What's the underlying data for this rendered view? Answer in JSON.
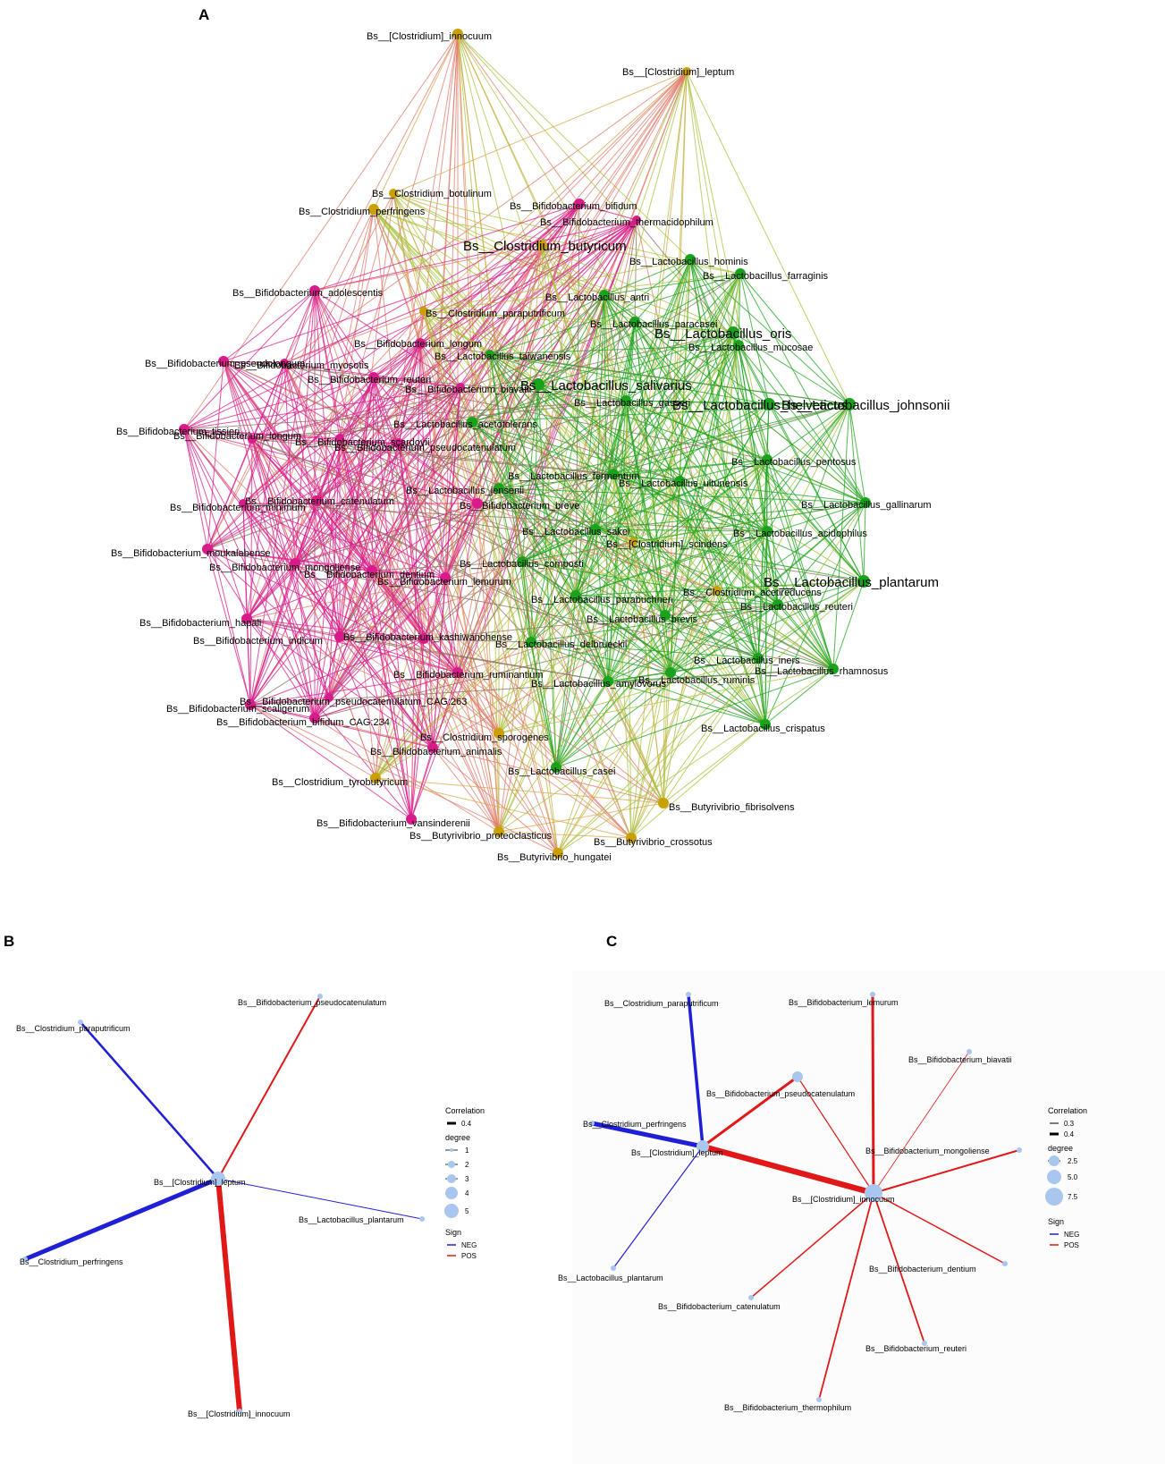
{
  "panels": {
    "A": {
      "letter": "A",
      "colors": {
        "bifido": "#d81b8a",
        "lacto": "#1aa31a",
        "clostridium": "#c9a000",
        "butyrivibrio": "#c9a000",
        "mixed": "#8a6f5a"
      },
      "nodes": [
        {
          "id": "innocuum",
          "label": "Bs__[Clostridium]_innocuum",
          "group": "clostridium"
        },
        {
          "id": "leptum",
          "label": "Bs__[Clostridium]_leptum",
          "group": "clostridium"
        },
        {
          "id": "botulinum",
          "label": "Bs__Clostridium_botulinum",
          "group": "clostridium"
        },
        {
          "id": "perfringens",
          "label": "Bs__Clostridium_perfringens",
          "group": "clostridium"
        },
        {
          "id": "b_bifidum",
          "label": "Bs__Bifidobacterium_bifidum",
          "group": "bifido"
        },
        {
          "id": "b_thermacid",
          "label": "Bs__Bifidobacterium_thermacidophilum",
          "group": "bifido"
        },
        {
          "id": "butyricum",
          "label": "Bs__Clostridium_butyricum",
          "group": "clostridium",
          "big": true
        },
        {
          "id": "l_hominis",
          "label": "Bs__Lactobacillus_hominis",
          "group": "lacto"
        },
        {
          "id": "l_farraginis",
          "label": "Bs__Lactobacillus_farraginis",
          "group": "lacto"
        },
        {
          "id": "b_adolescentis",
          "label": "Bs__Bifidobacterium_adolescentis",
          "group": "bifido"
        },
        {
          "id": "l_antri",
          "label": "Bs__Lactobacillus_antri",
          "group": "lacto"
        },
        {
          "id": "paraputrificum",
          "label": "Bs__Clostridium_paraputrificum",
          "group": "clostridium"
        },
        {
          "id": "l_paracasei",
          "label": "Bs__Lactobacillus_paracasei",
          "group": "lacto"
        },
        {
          "id": "l_oris",
          "label": "Bs__Lactobacillus_oris",
          "group": "lacto",
          "big": true
        },
        {
          "id": "b_longum",
          "label": "Bs__Bifidobacterium_longum",
          "group": "bifido"
        },
        {
          "id": "l_taiwanensis",
          "label": "Bs__Lactobacillus_taiwanensis",
          "group": "lacto"
        },
        {
          "id": "l_mucosae",
          "label": "Bs__Lactobacillus_mucosae",
          "group": "lacto"
        },
        {
          "id": "b_pseudolongum",
          "label": "Bs__Bifidobacterium_pseudolongum",
          "group": "bifido"
        },
        {
          "id": "b_myosotis",
          "label": "Bs__Bifidobacterium_myosotis",
          "group": "bifido"
        },
        {
          "id": "b_reuteri",
          "label": "Bs__Bifidobacterium_reuteri",
          "group": "bifido"
        },
        {
          "id": "b_biavatii",
          "label": "Bs__Bifidobacterium_biavatii",
          "group": "bifido"
        },
        {
          "id": "l_salivarius",
          "label": "Bs__Lactobacillus_salivarius",
          "group": "lacto",
          "big": true
        },
        {
          "id": "l_gasseri",
          "label": "Bs__Lactobacillus_gasseri",
          "group": "lacto"
        },
        {
          "id": "l_helveticus",
          "label": "Bs__Lactobacillus_helveticus",
          "group": "lacto",
          "big": true
        },
        {
          "id": "l_johnsonii",
          "label": "Bs__Lactobacillus_johnsonii",
          "group": "lacto",
          "big": true
        },
        {
          "id": "b_tissieri",
          "label": "Bs__Bifidobacterium_tissieri",
          "group": "bifido"
        },
        {
          "id": "l_acetotolerans",
          "label": "Bs__Lactobacillus_acetotolerans",
          "group": "lacto"
        },
        {
          "id": "b_longum2",
          "label": "Bs__Bifidobacterium_longum",
          "group": "bifido"
        },
        {
          "id": "b_scardovii",
          "label": "Bs__Bifidobacterium_scardovii",
          "group": "bifido"
        },
        {
          "id": "b_pseudocat",
          "label": "Bs__Bifidobacterium_pseudocatenulatum",
          "group": "bifido"
        },
        {
          "id": "l_pentosus",
          "label": "Bs__Lactobacillus_pentosus",
          "group": "lacto"
        },
        {
          "id": "l_fermentum",
          "label": "Bs__Lactobacillus_fermentum",
          "group": "lacto"
        },
        {
          "id": "l_ultunensis",
          "label": "Bs__Lactobacillus_ultunensis",
          "group": "lacto"
        },
        {
          "id": "l_jensenii",
          "label": "Bs__Lactobacillus_jensenii",
          "group": "lacto"
        },
        {
          "id": "b_catenulatum",
          "label": "Bs__Bifidobacterium_catenulatum",
          "group": "bifido"
        },
        {
          "id": "b_minimum",
          "label": "Bs__Bifidobacterium_minimum",
          "group": "bifido"
        },
        {
          "id": "b_breve",
          "label": "Bs__Bifidobacterium_breve",
          "group": "bifido"
        },
        {
          "id": "l_gallinarum",
          "label": "Bs__Lactobacillus_gallinarum",
          "group": "lacto"
        },
        {
          "id": "l_sakei",
          "label": "Bs__Lactobacillus_sakei",
          "group": "lacto"
        },
        {
          "id": "l_acidophilus",
          "label": "Bs__Lactobacillus_acidophilus",
          "group": "lacto"
        },
        {
          "id": "scindens",
          "label": "Bs__[Clostridium]_scindens",
          "group": "clostridium"
        },
        {
          "id": "b_moukalabense",
          "label": "Bs__Bifidobacterium_moukalabense",
          "group": "bifido"
        },
        {
          "id": "b_mongoliense",
          "label": "Bs__Bifidobacterium_mongoliense",
          "group": "bifido"
        },
        {
          "id": "b_dentium",
          "label": "Bs__Bifidobacterium_dentium",
          "group": "bifido"
        },
        {
          "id": "l_composti",
          "label": "Bs__Lactobacillus_composti",
          "group": "lacto"
        },
        {
          "id": "b_lemurum",
          "label": "Bs__Bifidobacterium_lemurum",
          "group": "bifido"
        },
        {
          "id": "l_plantarum",
          "label": "Bs__Lactobacillus_plantarum",
          "group": "lacto",
          "big": true
        },
        {
          "id": "l_parabuchneri",
          "label": "Bs__Lactobacillus_parabuchneri",
          "group": "lacto"
        },
        {
          "id": "acetireducens",
          "label": "Bs__Clostridium_acetireducens",
          "group": "clostridium"
        },
        {
          "id": "l_reuteri",
          "label": "Bs__Lactobacillus_reuteri",
          "group": "lacto"
        },
        {
          "id": "b_hapali",
          "label": "Bs__Bifidobacterium_hapali",
          "group": "bifido"
        },
        {
          "id": "l_brevis",
          "label": "Bs__Lactobacillus_brevis",
          "group": "lacto"
        },
        {
          "id": "b_indicum",
          "label": "Bs__Bifidobacterium_indicum",
          "group": "bifido"
        },
        {
          "id": "b_kashiwanohense",
          "label": "Bs__Bifidobacterium_kashiwanohense",
          "group": "bifido"
        },
        {
          "id": "l_delbrueckii",
          "label": "Bs__Lactobacillus_delbrueckii",
          "group": "lacto"
        },
        {
          "id": "l_iners",
          "label": "Bs__Lactobacillus_iners",
          "group": "lacto"
        },
        {
          "id": "b_ruminantium",
          "label": "Bs__Bifidobacterium_ruminantium",
          "group": "bifido"
        },
        {
          "id": "l_ruminis",
          "label": "Bs__Lactobacillus_ruminis",
          "group": "lacto"
        },
        {
          "id": "l_rhamnosus",
          "label": "Bs__Lactobacillus_rhamnosus",
          "group": "lacto"
        },
        {
          "id": "l_amylovorus",
          "label": "Bs__Lactobacillus_amylovorus",
          "group": "lacto"
        },
        {
          "id": "b_scaligerum",
          "label": "Bs__Bifidobacterium_scaligerum",
          "group": "bifido"
        },
        {
          "id": "b_pseudocat_cag",
          "label": "Bs__Bifidobacterium_pseudocatenulatum_CAG:263",
          "group": "bifido"
        },
        {
          "id": "b_bifidum_cag",
          "label": "Bs__Bifidobacterium_bifidum_CAG:234",
          "group": "bifido"
        },
        {
          "id": "l_crispatus",
          "label": "Bs__Lactobacillus_crispatus",
          "group": "lacto"
        },
        {
          "id": "sporogenes",
          "label": "Bs__Clostridium_sporogenes",
          "group": "clostridium"
        },
        {
          "id": "b_animalis",
          "label": "Bs__Bifidobacterium_animalis",
          "group": "bifido"
        },
        {
          "id": "l_casei",
          "label": "Bs__Lactobacillus_casei",
          "group": "lacto"
        },
        {
          "id": "tyrobutyricum",
          "label": "Bs__Clostridium_tyrobutyricum",
          "group": "clostridium"
        },
        {
          "id": "fibrisolvens",
          "label": "Bs__Butyrivibrio_fibrisolvens",
          "group": "butyrivibrio"
        },
        {
          "id": "b_vansinderenii",
          "label": "Bs__Bifidobacterium_vansinderenii",
          "group": "bifido"
        },
        {
          "id": "proteoclasticus",
          "label": "Bs__Butyrivibrio_proteoclasticus",
          "group": "butyrivibrio"
        },
        {
          "id": "crossotus",
          "label": "Bs__Butyrivibrio_crossotus",
          "group": "butyrivibrio"
        },
        {
          "id": "hungatei",
          "label": "Bs__Butyrivibrio_hungatei",
          "group": "butyrivibrio"
        }
      ]
    },
    "B": {
      "letter": "B",
      "center": "Bs__[Clostridium]_leptum",
      "edges": [
        {
          "to": "Bs__Bifidobacterium_pseudocatenulatum",
          "sign": "POS",
          "width": 2
        },
        {
          "to": "Bs__Clostridium_paraputrificum",
          "sign": "NEG",
          "width": 2.5
        },
        {
          "to": "Bs__Lactobacillus_plantarum",
          "sign": "NEG",
          "width": 1
        },
        {
          "to": "Bs__Clostridium_perfringens",
          "sign": "NEG",
          "width": 5
        },
        {
          "to": "Bs__[Clostridium]_innocuum",
          "sign": "POS",
          "width": 6
        }
      ],
      "legend": {
        "correlation_title": "Correlation",
        "correlation_values": [
          "0.4"
        ],
        "degree_title": "degree",
        "degree_values": [
          "1",
          "2",
          "3",
          "4",
          "5"
        ],
        "sign_title": "Sign",
        "sign_values": [
          "NEG",
          "POS"
        ]
      }
    },
    "C": {
      "letter": "C",
      "hubs": [
        "Bs__[Clostridium]_leptum",
        "Bs__[Clostridium]_innocuum"
      ],
      "edges": [
        {
          "from": "Bs__[Clostridium]_leptum",
          "to": "Bs__Clostridium_paraputrificum",
          "sign": "NEG",
          "width": 3.5
        },
        {
          "from": "Bs__[Clostridium]_leptum",
          "to": "Bs__Clostridium_perfringens",
          "sign": "NEG",
          "width": 5
        },
        {
          "from": "Bs__[Clostridium]_leptum",
          "to": "Bs__Lactobacillus_plantarum",
          "sign": "NEG",
          "width": 1.2
        },
        {
          "from": "Bs__[Clostridium]_leptum",
          "to": "Bs__Bifidobacterium_pseudocatenulatum",
          "sign": "POS",
          "width": 3
        },
        {
          "from": "Bs__[Clostridium]_leptum",
          "to": "Bs__[Clostridium]_innocuum",
          "sign": "POS",
          "width": 6.5
        },
        {
          "from": "Bs__[Clostridium]_innocuum",
          "to": "Bs__Bifidobacterium_pseudocatenulatum",
          "sign": "POS",
          "width": 1.2
        },
        {
          "from": "Bs__[Clostridium]_innocuum",
          "to": "Bs__Bifidobacterium_lemurum",
          "sign": "POS",
          "width": 3
        },
        {
          "from": "Bs__[Clostridium]_innocuum",
          "to": "Bs__Bifidobacterium_biavatii",
          "sign": "POS",
          "width": 0.8
        },
        {
          "from": "Bs__[Clostridium]_innocuum",
          "to": "Bs__Bifidobacterium_mongoliense",
          "sign": "POS",
          "width": 2
        },
        {
          "from": "Bs__[Clostridium]_innocuum",
          "to": "Bs__Bifidobacterium_dentium",
          "sign": "POS",
          "width": 1.5
        },
        {
          "from": "Bs__[Clostridium]_innocuum",
          "to": "Bs__Bifidobacterium_reuteri",
          "sign": "POS",
          "width": 1.8
        },
        {
          "from": "Bs__[Clostridium]_innocuum",
          "to": "Bs__Bifidobacterium_thermophilum",
          "sign": "POS",
          "width": 1.8
        },
        {
          "from": "Bs__[Clostridium]_innocuum",
          "to": "Bs__Bifidobacterium_catenulatum",
          "sign": "POS",
          "width": 1.5
        }
      ],
      "legend": {
        "correlation_title": "Correlation",
        "correlation_values": [
          "0.3",
          "0.4"
        ],
        "degree_title": "degree",
        "degree_values": [
          "2.5",
          "5.0",
          "7.5"
        ],
        "sign_title": "Sign",
        "sign_values": [
          "NEG",
          "POS"
        ]
      }
    },
    "legend_colors": {
      "neg": "#1f1fd6",
      "pos": "#e01818",
      "node": "#a8c6ee"
    }
  }
}
